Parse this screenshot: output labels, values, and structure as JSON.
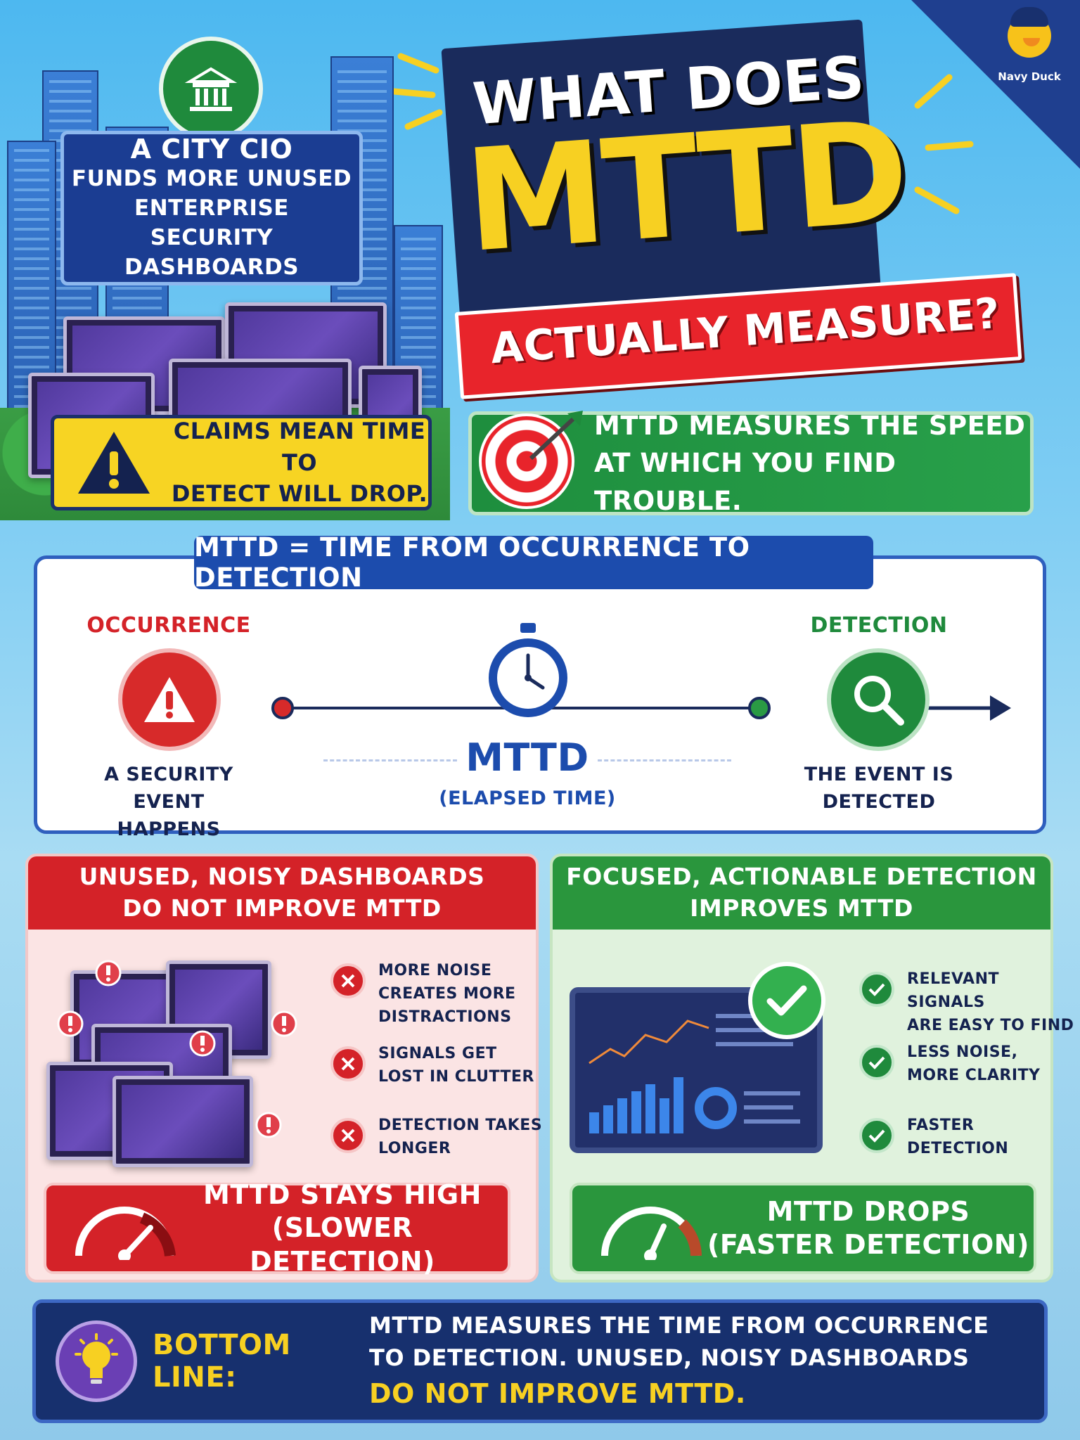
{
  "brand": {
    "mascot_label": "Navy Duck"
  },
  "city": {
    "cio_line1": "A CITY CIO",
    "cio_line2": "FUNDS MORE UNUSED",
    "cio_line3": "ENTERPRISE SECURITY",
    "cio_line4": "DASHBOARDS",
    "claim_line1": "CLAIMS MEAN TIME TO",
    "claim_line2": "DETECT WILL DROP."
  },
  "title": {
    "line1": "WHAT DOES",
    "line2": "MTTD",
    "line3": "ACTUALLY MEASURE?"
  },
  "measures": {
    "line1": "MTTD MEASURES THE SPEED",
    "line2": "AT WHICH YOU FIND TROUBLE."
  },
  "definition": {
    "header": "MTTD = TIME FROM OCCURRENCE TO DETECTION",
    "occurrence_label": "OCCURRENCE",
    "occurrence_caption1": "A SECURITY EVENT",
    "occurrence_caption2": "HAPPENS",
    "metric": "MTTD",
    "metric_sub": "(ELAPSED TIME)",
    "detection_label": "DETECTION",
    "detection_caption1": "THE EVENT IS",
    "detection_caption2": "DETECTED"
  },
  "bad_panel": {
    "head1": "UNUSED, NOISY DASHBOARDS",
    "head2": "DO NOT IMPROVE MTTD",
    "bullets": [
      {
        "l1": "MORE NOISE",
        "l2": "CREATES MORE",
        "l3": "DISTRACTIONS"
      },
      {
        "l1": "SIGNALS GET",
        "l2": "LOST IN CLUTTER"
      },
      {
        "l1": "DETECTION TAKES",
        "l2": "LONGER"
      }
    ],
    "result1": "MTTD STAYS HIGH",
    "result2": "(SLOWER DETECTION)"
  },
  "good_panel": {
    "head1": "FOCUSED, ACTIONABLE DETECTION",
    "head2": "IMPROVES MTTD",
    "bullets": [
      {
        "l1": "RELEVANT SIGNALS",
        "l2": "ARE EASY TO FIND"
      },
      {
        "l1": "LESS NOISE,",
        "l2": "MORE CLARITY"
      },
      {
        "l1": "FASTER",
        "l2": "DETECTION"
      }
    ],
    "result1": "MTTD DROPS",
    "result2": "(FASTER DETECTION)"
  },
  "bottom": {
    "label": "BOTTOM LINE:",
    "line1": "MTTD MEASURES THE TIME FROM OCCURRENCE",
    "line2": "TO DETECTION. UNUSED, NOISY DASHBOARDS",
    "line3": "DO NOT IMPROVE MTTD."
  },
  "colors": {
    "navy": "#1a2b5c",
    "blue": "#1c4cad",
    "yellow": "#f7d022",
    "red": "#d42228",
    "green": "#1f8a3c"
  },
  "icons": [
    "government-building-icon",
    "warning-triangle-icon",
    "target-icon",
    "alert-icon",
    "stopwatch-icon",
    "magnifier-icon",
    "x-icon",
    "check-icon",
    "gauge-icon",
    "lightbulb-icon"
  ]
}
